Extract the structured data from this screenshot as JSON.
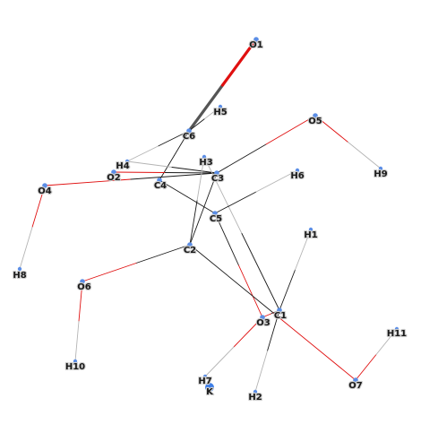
{
  "atoms": [
    {
      "id": "O1",
      "label": "O1",
      "element": "O"
    },
    {
      "id": "H5",
      "label": "H5",
      "element": "H"
    },
    {
      "id": "C6",
      "label": "C6",
      "element": "C"
    },
    {
      "id": "O5",
      "label": "O5",
      "element": "O"
    },
    {
      "id": "H4",
      "label": "H4",
      "element": "H"
    },
    {
      "id": "H3",
      "label": "H3",
      "element": "H"
    },
    {
      "id": "H9",
      "label": "H9",
      "element": "H"
    },
    {
      "id": "O2",
      "label": "O2",
      "element": "O"
    },
    {
      "id": "C4",
      "label": "C4",
      "element": "C"
    },
    {
      "id": "C3",
      "label": "C3",
      "element": "C"
    },
    {
      "id": "H6",
      "label": "H6",
      "element": "H"
    },
    {
      "id": "O4",
      "label": "O4",
      "element": "O"
    },
    {
      "id": "C5",
      "label": "C5",
      "element": "C"
    },
    {
      "id": "H1",
      "label": "H1",
      "element": "H"
    },
    {
      "id": "C2",
      "label": "C2",
      "element": "C"
    },
    {
      "id": "H8",
      "label": "H8",
      "element": "H"
    },
    {
      "id": "O6",
      "label": "O6",
      "element": "O"
    },
    {
      "id": "C1",
      "label": "C1",
      "element": "C"
    },
    {
      "id": "O3",
      "label": "O3",
      "element": "O"
    },
    {
      "id": "H11",
      "label": "H11",
      "element": "H"
    },
    {
      "id": "H10",
      "label": "H10",
      "element": "H"
    },
    {
      "id": "H7",
      "label": "H7",
      "element": "H"
    },
    {
      "id": "K",
      "label": "K",
      "element": "K"
    },
    {
      "id": "O7",
      "label": "O7",
      "element": "O"
    },
    {
      "id": "H2",
      "label": "H2",
      "element": "H"
    }
  ],
  "bonds": [
    {
      "a": "C6",
      "b": "O1",
      "order": 2
    },
    {
      "a": "C6",
      "b": "H5",
      "order": 1
    },
    {
      "a": "C6",
      "b": "H4",
      "order": 1
    },
    {
      "a": "C6",
      "b": "C4",
      "order": 1
    },
    {
      "a": "H4",
      "b": "C3",
      "order": 1
    },
    {
      "a": "O2",
      "b": "C3",
      "order": 1
    },
    {
      "a": "O4",
      "b": "C3",
      "order": 1
    },
    {
      "a": "C4",
      "b": "C5",
      "order": 1
    },
    {
      "a": "C3",
      "b": "O5",
      "order": 1
    },
    {
      "a": "C3",
      "b": "C2",
      "order": 1
    },
    {
      "a": "H3",
      "b": "C2",
      "order": 1
    },
    {
      "a": "H3",
      "b": "C1",
      "order": 1
    },
    {
      "a": "O5",
      "b": "H9",
      "order": 1
    },
    {
      "a": "C5",
      "b": "H6",
      "order": 1
    },
    {
      "a": "C5",
      "b": "O3",
      "order": 1
    },
    {
      "a": "O4",
      "b": "H8",
      "order": 1
    },
    {
      "a": "C2",
      "b": "O6",
      "order": 1
    },
    {
      "a": "C2",
      "b": "O7",
      "order": 1
    },
    {
      "a": "O6",
      "b": "H10",
      "order": 1
    },
    {
      "a": "C1",
      "b": "H1",
      "order": 1
    },
    {
      "a": "C1",
      "b": "O3",
      "order": 1
    },
    {
      "a": "C1",
      "b": "H2",
      "order": 1
    },
    {
      "a": "O3",
      "b": "H7",
      "order": 1
    },
    {
      "a": "O7",
      "b": "H11",
      "order": 1
    }
  ],
  "colors": {
    "bond": "#1a1a1a",
    "oxygen_bond": "#e01010",
    "hydrogen_bond": "#b4b4b4",
    "double_bond": "#555555",
    "atom": "#5b8ee6",
    "potassium": "#3f7fe8"
  }
}
